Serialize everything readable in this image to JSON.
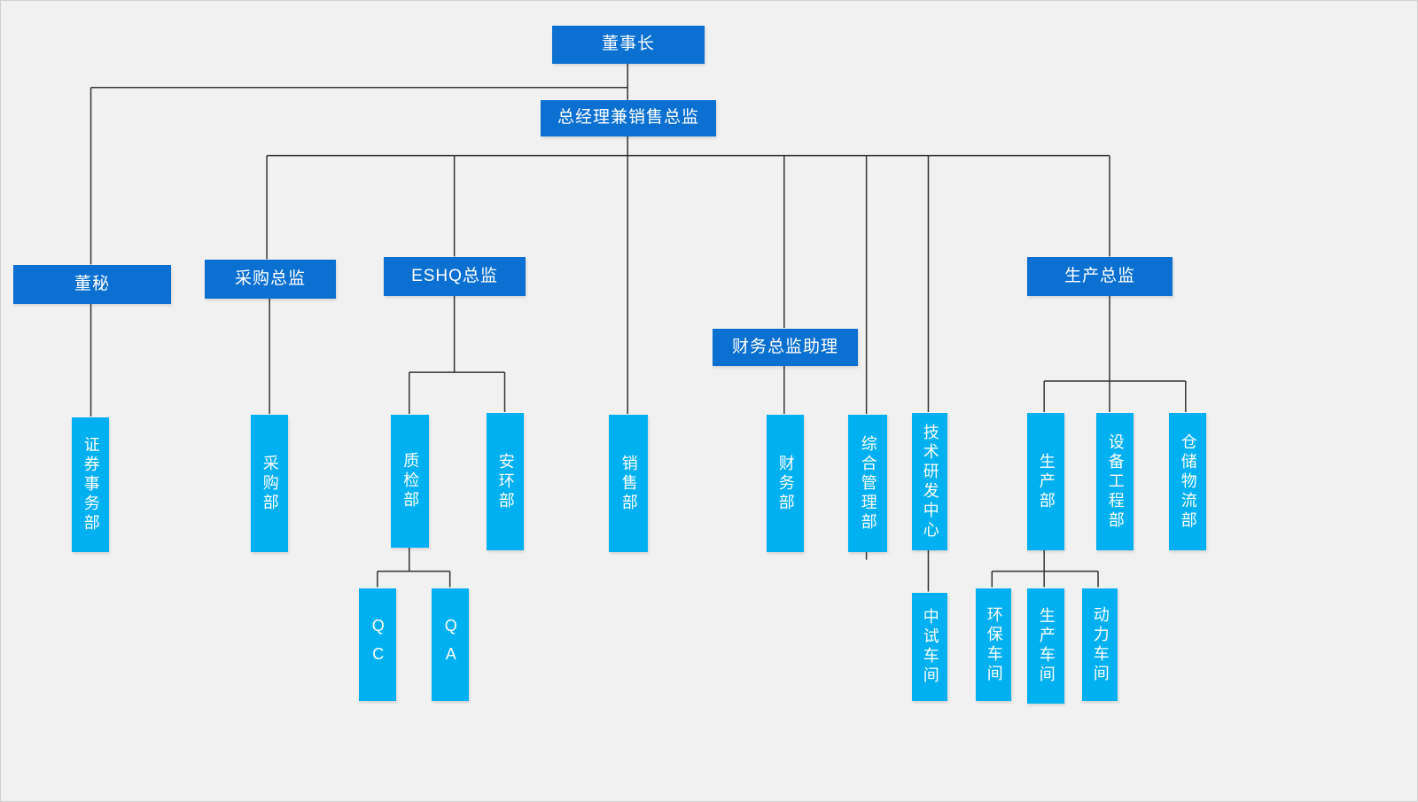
{
  "colors": {
    "background": "#f1f1f1",
    "manager_fill": "#0b70d1",
    "dept_fill": "#00b0f0",
    "line": "#333333",
    "text": "#ffffff"
  },
  "nodes": {
    "chairman": {
      "label": "董事长"
    },
    "gm": {
      "label": "总经理兼销售总监"
    },
    "board_secretary": {
      "label": "董秘"
    },
    "procurement_director": {
      "label": "采购总监"
    },
    "eshq_director": {
      "label": "ESHQ总监"
    },
    "finance_director_assistant": {
      "label": "财务总监助理"
    },
    "production_director": {
      "label": "生产总监"
    },
    "securities_affairs_dept": {
      "label": "证券事务部"
    },
    "procurement_dept": {
      "label": "采购部"
    },
    "quality_inspection_dept": {
      "label": "质检部"
    },
    "safety_environment_dept": {
      "label": "安环部"
    },
    "sales_dept": {
      "label": "销售部"
    },
    "finance_dept": {
      "label": "财务部"
    },
    "general_management_dept": {
      "label": "综合管理部"
    },
    "rnd_center": {
      "label": "技术研发中心"
    },
    "production_dept": {
      "label": "生产部"
    },
    "equipment_engineering_dept": {
      "label": "设备工程部"
    },
    "warehouse_logistics_dept": {
      "label": "仓储物流部"
    },
    "qc": {
      "label": "QC"
    },
    "qa": {
      "label": "QA"
    },
    "pilot_workshop": {
      "label": "中试车间"
    },
    "environmental_workshop": {
      "label": "环保车间"
    },
    "production_workshop": {
      "label": "生产车间"
    },
    "power_workshop": {
      "label": "动力车间"
    }
  },
  "hierarchy": {
    "chairman": {
      "board_secretary": {
        "securities_affairs_dept": null
      },
      "gm": {
        "procurement_director": {
          "procurement_dept": null
        },
        "eshq_director": {
          "quality_inspection_dept": {
            "qc": null,
            "qa": null
          },
          "safety_environment_dept": null
        },
        "sales_dept": null,
        "finance_director_assistant": {
          "finance_dept": null
        },
        "general_management_dept": null,
        "rnd_center": {
          "pilot_workshop": null
        },
        "production_director": {
          "production_dept": {
            "environmental_workshop": null,
            "production_workshop": null,
            "power_workshop": null
          },
          "equipment_engineering_dept": null,
          "warehouse_logistics_dept": null
        }
      }
    }
  }
}
